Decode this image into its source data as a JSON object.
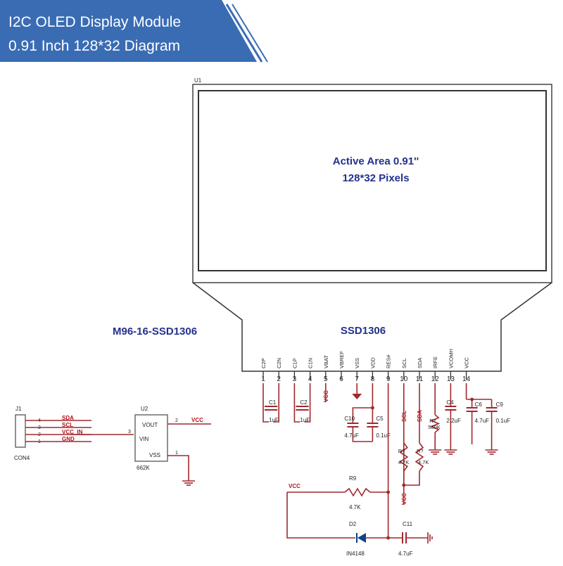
{
  "banner": {
    "line1": "I2C OLED Display Module",
    "line2": "0.91 Inch 128*32 Diagram",
    "color": "#3a6cb4"
  },
  "colors": {
    "wire": "#a0282e",
    "label": "#23318c",
    "net": "#b0141c"
  },
  "display": {
    "ref": "U1",
    "active_area": "Active Area 0.91''",
    "pixels": "128*32 Pixels",
    "part_number": "M96-16-SSD1306",
    "controller": "SSD1306"
  },
  "pins": [
    {
      "num": "1",
      "name": "C2P"
    },
    {
      "num": "2",
      "name": "C2N"
    },
    {
      "num": "3",
      "name": "C1P"
    },
    {
      "num": "4",
      "name": "C1N"
    },
    {
      "num": "5",
      "name": "VBAT"
    },
    {
      "num": "6",
      "name": "VBREF"
    },
    {
      "num": "7",
      "name": "VSS"
    },
    {
      "num": "8",
      "name": "VDD"
    },
    {
      "num": "9",
      "name": "RES#"
    },
    {
      "num": "10",
      "name": "SCL"
    },
    {
      "num": "11",
      "name": "SDA"
    },
    {
      "num": "12",
      "name": "IRFE"
    },
    {
      "num": "13",
      "name": "VCOMH"
    },
    {
      "num": "14",
      "name": "VCC"
    }
  ],
  "components": {
    "c1": {
      "ref": "C1",
      "value": "1uF"
    },
    "c2": {
      "ref": "C2",
      "value": "1uF"
    },
    "c10": {
      "ref": "C10",
      "value": "4.7uF"
    },
    "c5": {
      "ref": "C5",
      "value": "0.1uF"
    },
    "c4": {
      "ref": "C4",
      "value": "2.2uF"
    },
    "c6": {
      "ref": "C6",
      "value": "4.7uF"
    },
    "c9": {
      "ref": "C9",
      "value": "0.1uF"
    },
    "r7": {
      "ref": "R7",
      "value": "560K"
    },
    "r_left": {
      "ref": "R?",
      "value": "4.7K"
    },
    "r_right": {
      "ref": "R?",
      "value": "4.7K"
    },
    "r9": {
      "ref": "R9",
      "value": "4.7K"
    },
    "d2": {
      "ref": "D2",
      "value": "IN4148"
    },
    "c11": {
      "ref": "C11",
      "value": "4.7uF"
    }
  },
  "nets": {
    "vcc": "VCC",
    "scl": "SCL",
    "sda": "SDA"
  },
  "connector": {
    "ref": "J1",
    "name": "CON4",
    "pins": [
      {
        "num": "4",
        "label": "SDA"
      },
      {
        "num": "3",
        "label": "SCL"
      },
      {
        "num": "2",
        "label": "VCC_IN"
      },
      {
        "num": "1",
        "label": "GND"
      }
    ]
  },
  "regulator": {
    "ref": "U2",
    "part": "662K",
    "vout": "VOUT",
    "vin": "VIN",
    "vss": "VSS",
    "pin_vout": "2",
    "pin_vin": "3",
    "pin_vss": "1",
    "out_net": "VCC"
  }
}
